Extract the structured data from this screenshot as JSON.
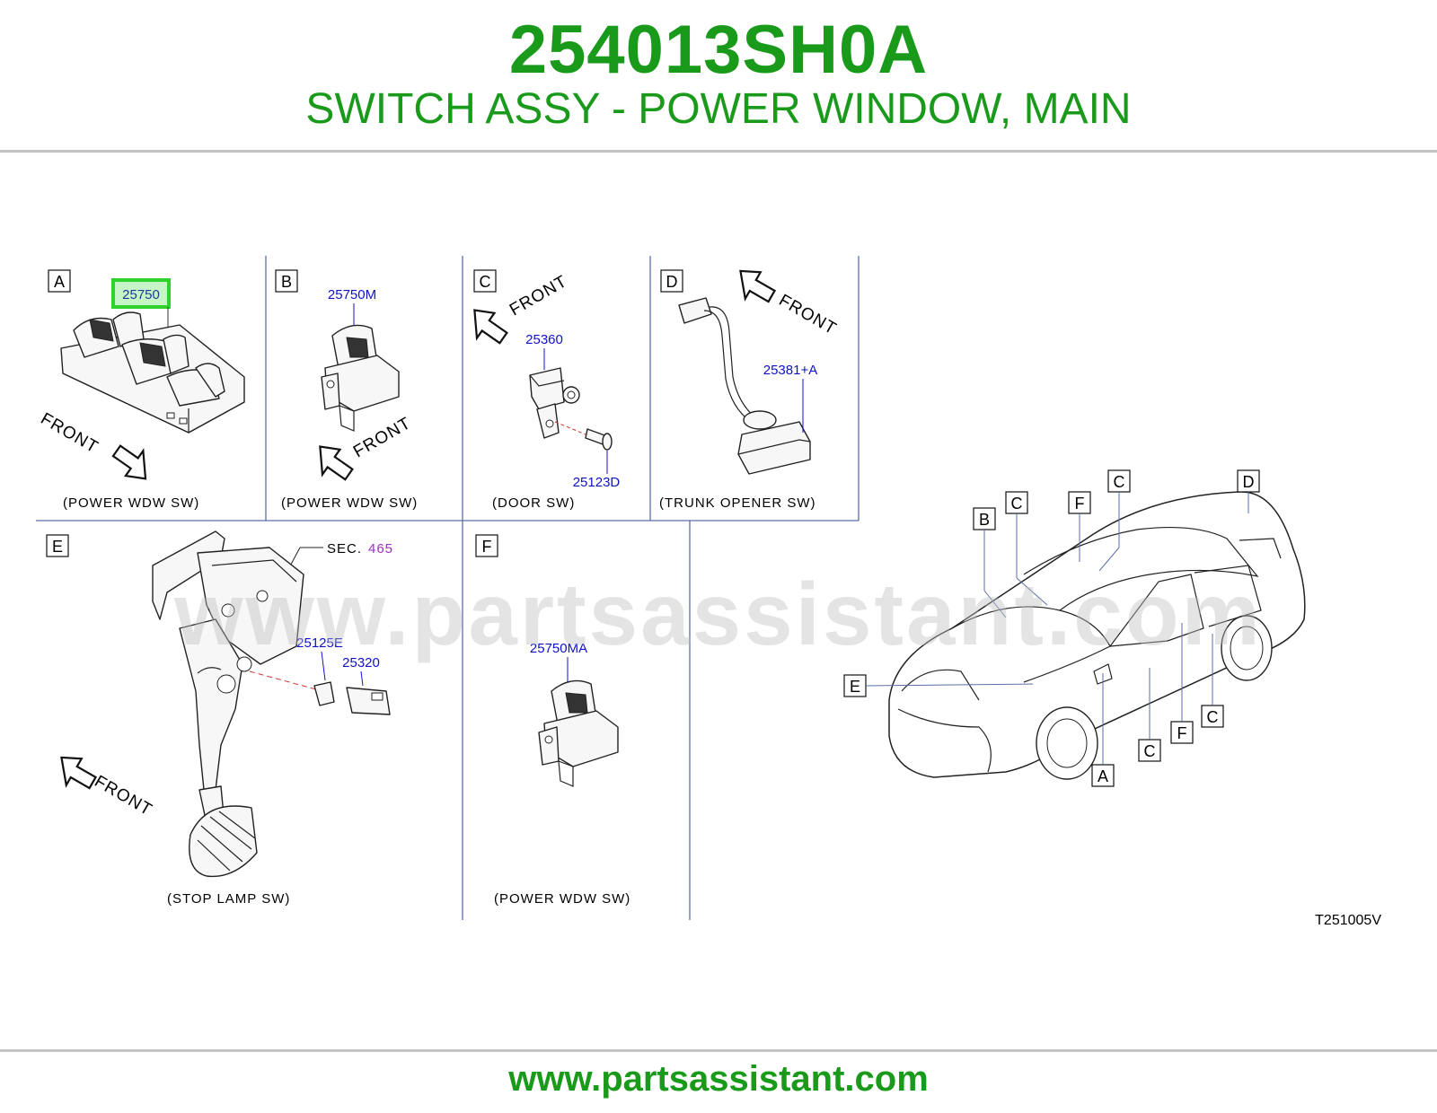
{
  "header": {
    "part_number": "254013SH0A",
    "description": "SWITCH ASSY - POWER WINDOW, MAIN"
  },
  "colors": {
    "brand_green": "#1a9a1a",
    "ref_blue": "#1010c8",
    "sec_purple": "#9b30c0",
    "highlight_green": "#2fd12f"
  },
  "panels": {
    "A": {
      "letter": "A",
      "ref": "25750",
      "caption": "(POWER   WDW   SW)",
      "front": "FRONT"
    },
    "B": {
      "letter": "B",
      "ref": "25750M",
      "caption": "(POWER   WDW   SW)",
      "front": "FRONT"
    },
    "C": {
      "letter": "C",
      "ref": "25360",
      "ref2": "25123D",
      "caption": "(DOOR   SW)",
      "front": "FRONT"
    },
    "D": {
      "letter": "D",
      "ref": "25381+A",
      "caption": "(TRUNK   OPENER   SW)",
      "front": "FRONT"
    },
    "E": {
      "letter": "E",
      "sec_label": "SEC.",
      "sec_num": "465",
      "ref": "25125E",
      "ref2": "25320",
      "caption": "(STOP   LAMP   SW)",
      "front": "FRONT"
    },
    "F": {
      "letter": "F",
      "ref": "25750MA",
      "caption": "(POWER   WDW   SW)"
    }
  },
  "car_callouts": [
    "B",
    "C",
    "F",
    "C",
    "D",
    "E",
    "F",
    "C",
    "C",
    "A"
  ],
  "diagram_code": "T251005V",
  "watermark": "www.partsassistant.com",
  "footer": {
    "url": "www.partsassistant.com"
  }
}
